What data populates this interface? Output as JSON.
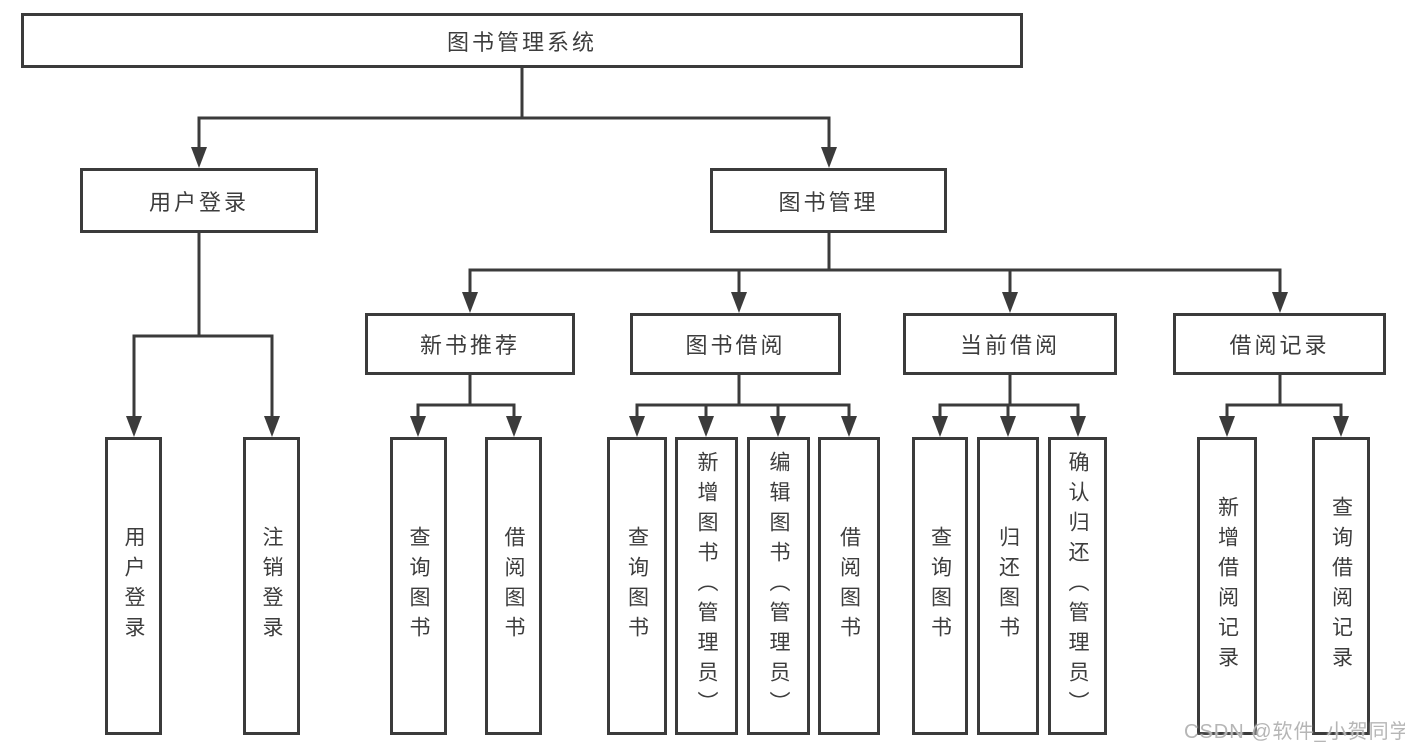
{
  "tree": {
    "label": "图书管理系统",
    "children": [
      {
        "label": "用户登录",
        "children": [
          {
            "label": "用户登录"
          },
          {
            "label": "注销登录"
          }
        ]
      },
      {
        "label": "图书管理",
        "children": [
          {
            "label": "新书推荐",
            "children": [
              {
                "label": "查询图书"
              },
              {
                "label": "借阅图书"
              }
            ]
          },
          {
            "label": "图书借阅",
            "children": [
              {
                "label": "查询图书"
              },
              {
                "label": "新增图书（管理员）"
              },
              {
                "label": "编辑图书（管理员）"
              },
              {
                "label": "借阅图书"
              }
            ]
          },
          {
            "label": "当前借阅",
            "children": [
              {
                "label": "查询图书"
              },
              {
                "label": "归还图书"
              },
              {
                "label": "确认归还（管理员）"
              }
            ]
          },
          {
            "label": "借阅记录",
            "children": [
              {
                "label": "新增借阅记录"
              },
              {
                "label": "查询借阅记录"
              }
            ]
          }
        ]
      }
    ]
  },
  "watermark": {
    "text": "CSDN @软件_小贺同学"
  },
  "colors": {
    "line": "#3b3b3b",
    "text": "#3d3d3d",
    "box_background": "#ffffff",
    "background": "#ffffff",
    "watermark": "#b6b6b6"
  }
}
